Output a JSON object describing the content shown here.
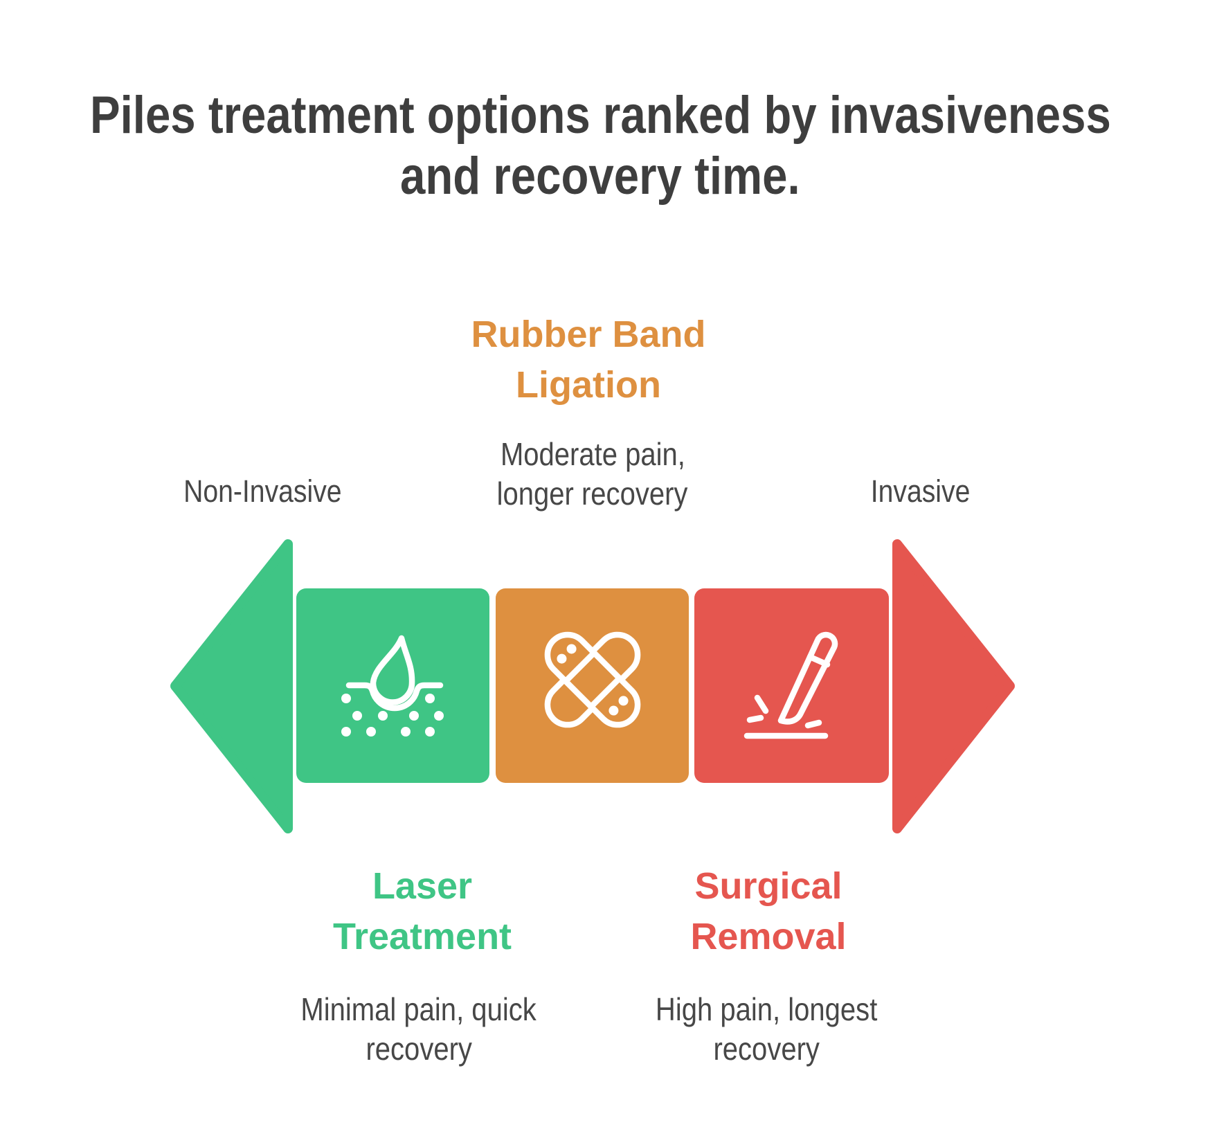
{
  "page": {
    "background": "#ffffff"
  },
  "title": {
    "line1": "Piles treatment options ranked by invasiveness",
    "line2": "and recovery time.",
    "color": "#3e3e3e"
  },
  "axis": {
    "left_label": "Non-Invasive",
    "right_label": "Invasive",
    "left_arrow_color": "#3fc585",
    "right_arrow_color": "#e5564f",
    "label_color": "#474747"
  },
  "treatments": [
    {
      "name_line1": "Laser",
      "name_line2": "Treatment",
      "desc_line1": "Minimal pain, quick",
      "desc_line2": "recovery",
      "color": "#3fc585",
      "icon": "laser-droplet-skin-icon"
    },
    {
      "name_line1": "Rubber Band",
      "name_line2": "Ligation",
      "desc_line1": "Moderate pain,",
      "desc_line2": "longer recovery",
      "color": "#de9040",
      "icon": "crossed-bandages-icon"
    },
    {
      "name_line1": "Surgical",
      "name_line2": "Removal",
      "desc_line1": "High pain, longest",
      "desc_line2": "recovery",
      "color": "#e5564f",
      "icon": "scalpel-icon"
    }
  ]
}
